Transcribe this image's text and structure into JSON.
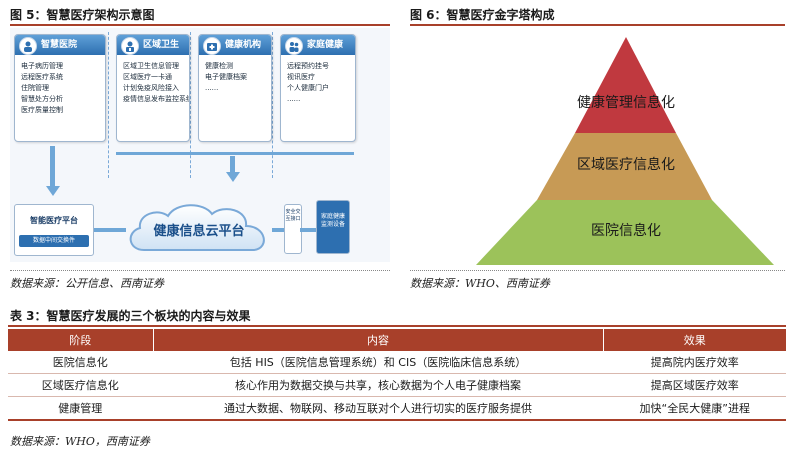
{
  "fig5": {
    "title": "图 5：智慧医疗架构示意图",
    "source": "数据来源：公开信息、西南证券",
    "cards": [
      {
        "title": "智慧医院",
        "icon": "doctor-icon",
        "items": [
          "电子病历管理",
          "远程医疗系统",
          "住院管理",
          "智慧处方分析",
          "医疗质量控制"
        ]
      },
      {
        "title": "区域卫生",
        "icon": "health-worker-icon",
        "items": [
          "区域卫生信息管理",
          "区域医疗一卡通",
          "计划免疫风险接入",
          "疫情信息发布监控系统"
        ]
      },
      {
        "title": "健康机构",
        "icon": "medical-kit-icon",
        "items": [
          "健康检测",
          "电子健康档案",
          "......"
        ]
      },
      {
        "title": "家庭健康",
        "icon": "family-icon",
        "items": [
          "远程预约挂号",
          "视讯医疗",
          "个人健康门户",
          "......"
        ]
      }
    ],
    "platform": {
      "title": "智能医疗平台",
      "bar": "数据中间交换件"
    },
    "cloud": "健康信息云平台",
    "exchange_box": "安全交互接口",
    "family_box": "家庭健康监测设备"
  },
  "fig6": {
    "title": "图 6：智慧医疗金字塔构成",
    "source": "数据来源：WHO、西南证券",
    "levels": [
      {
        "label": "健康管理信息化",
        "color": "#c0393f"
      },
      {
        "label": "区域医疗信息化",
        "color": "#c79a55"
      },
      {
        "label": "医院信息化",
        "color": "#9cc25a"
      }
    ]
  },
  "table3": {
    "title": "表 3：智慧医疗发展的三个板块的内容与效果",
    "headers": [
      "阶段",
      "内容",
      "效果"
    ],
    "rows": [
      [
        "医院信息化",
        "包括 HIS（医院信息管理系统）和 CIS（医院临床信息系统）",
        "提高院内医疗效率"
      ],
      [
        "区域医疗信息化",
        "核心作用为数据交换与共享，核心数据为个人电子健康档案",
        "提高区域医疗效率"
      ],
      [
        "健康管理",
        "通过大数据、物联网、移动互联对个人进行切实的医疗服务提供",
        "加快“全民大健康”进程"
      ]
    ],
    "source": "数据来源：WHO，西南证券"
  },
  "colors": {
    "accent": "#a8402a",
    "diagram_blue": "#2d6fb0"
  }
}
